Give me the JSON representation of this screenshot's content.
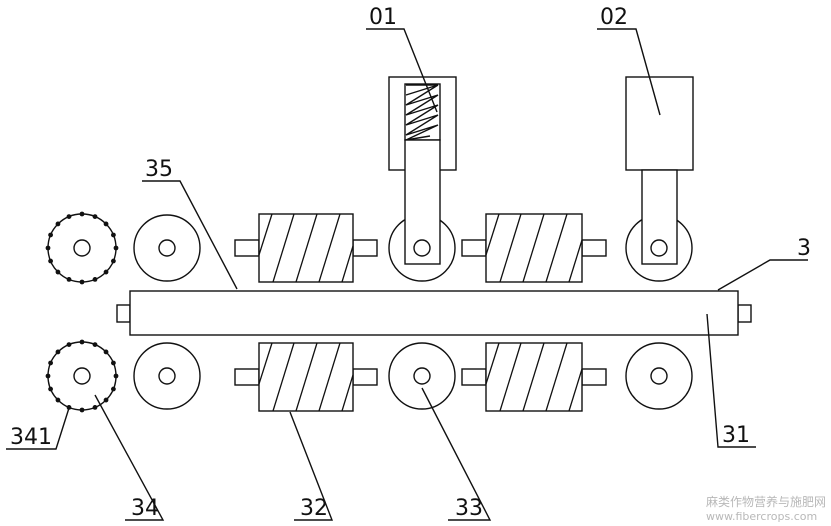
{
  "labels": {
    "part_01": "01",
    "part_02": "02",
    "part_35": "35",
    "part_3": "3",
    "part_31": "31",
    "part_341": "341",
    "part_34": "34",
    "part_32": "32",
    "part_33": "33"
  },
  "watermark": {
    "line1": "麻类作物营养与施肥网",
    "line2": "www.fibercrops.com"
  }
}
